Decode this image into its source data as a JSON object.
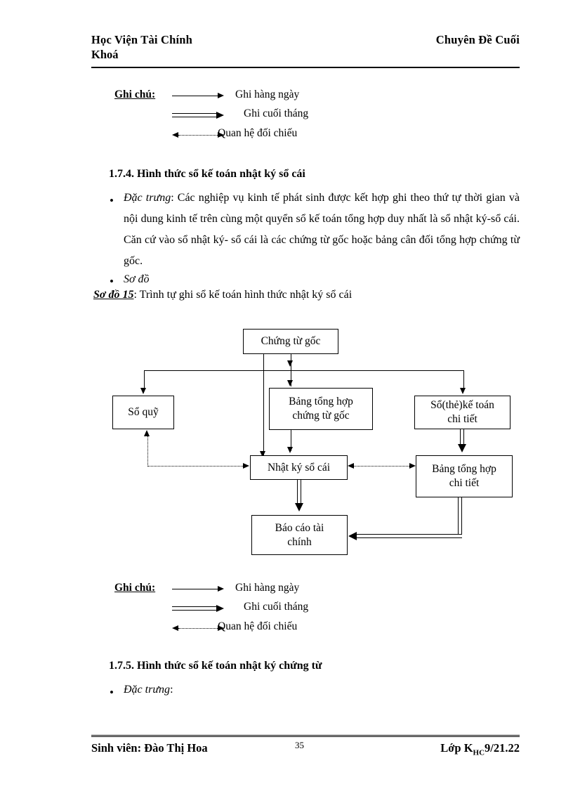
{
  "header": {
    "left_line1": "Học Viện Tài Chính",
    "left_line2": "Khoá",
    "right": "Chuyên Đề Cuối"
  },
  "legend_top": {
    "title": "Ghi chú",
    "colon": ":",
    "items": [
      {
        "arrow": "thin-solid-arrow-right",
        "label": "Ghi hàng ngày"
      },
      {
        "arrow": "thick-solid-arrow-right",
        "label": "Ghi cuối tháng"
      },
      {
        "arrow": "dotted-arrow-bidirectional",
        "label": "Quan hệ đối chiếu"
      }
    ]
  },
  "section_174": {
    "heading": "1.7.4. Hình thức sổ kế toán nhật ký sổ cái",
    "bullet_glyph": "•",
    "bullet1_lead": "Đặc trưng",
    "bullet1_text": ": Các nghiệp vụ kinh tế phát sinh được kết hợp ghi theo thứ tự thời gian và nội dung kinh tế trên cùng một quyển sổ kế toán tổng hợp duy nhất là sổ nhật ký-sổ cái. Căn cứ vào sổ nhật ký- sổ cái là các chứng từ gốc hoặc bảng cân đối tổng hợp chứng từ gốc.",
    "bullet2_text": "Sơ đồ"
  },
  "diagram_caption": {
    "lead": "Sơ đồ 15",
    "rest": ": Trình tự ghi sổ kế toán hình thức nhật ký sổ cái"
  },
  "diagram": {
    "nodes": {
      "chung_tu_goc": "Chứng từ gốc",
      "so_quy": "Sổ quỹ",
      "bang_tong_hop_chung_tu_goc": "Bảng tổng hợp\nchứng từ gốc",
      "so_the_ke_toan_chi_tiet": "Sổ(thẻ)kế toán\nchi tiết",
      "nhat_ky_so_cai": "Nhật ký sổ cái",
      "bang_tong_hop_chi_tiet": "Bảng tổng hợp\nchi tiết",
      "bao_cao_tai_chinh": "Báo cáo tài\nchính"
    },
    "node_lines": {
      "bang_tong_hop_chung_tu_goc_1": "Bảng tổng hợp",
      "bang_tong_hop_chung_tu_goc_2": "chứng từ gốc",
      "so_the_ke_toan_chi_tiet_1": "Sổ(thẻ)kế toán",
      "so_the_ke_toan_chi_tiet_2": "chi tiết",
      "bang_tong_hop_chi_tiet_1": "Bảng tổng hợp",
      "bang_tong_hop_chi_tiet_2": "chi tiết",
      "bao_cao_tai_chinh_1": "Báo cáo tài",
      "bao_cao_tai_chinh_2": "chính"
    }
  },
  "legend_bottom": {
    "title": "Ghi chú",
    "colon": ":",
    "items": [
      {
        "arrow": "thin-solid-arrow-right",
        "label": "Ghi hàng ngày"
      },
      {
        "arrow": "thick-solid-arrow-right",
        "label": "Ghi cuối tháng"
      },
      {
        "arrow": "dotted-arrow-bidirectional",
        "label": "Quan hệ đối chiếu"
      }
    ]
  },
  "section_175": {
    "heading": "1.7.5. Hình thức sổ kế toán nhật ký chứng từ",
    "bullet_glyph": "•",
    "bullet1_lead": "Đặc trưng",
    "bullet1_text": ":"
  },
  "footer": {
    "left": "Sinh viên: Đào Thị Hoa",
    "page_number": "35",
    "right_prefix": "Lớp K",
    "right_sub": "HC",
    "right_suffix": "9/21.22"
  },
  "colors": {
    "ink": "#000000",
    "paper": "#ffffff"
  }
}
